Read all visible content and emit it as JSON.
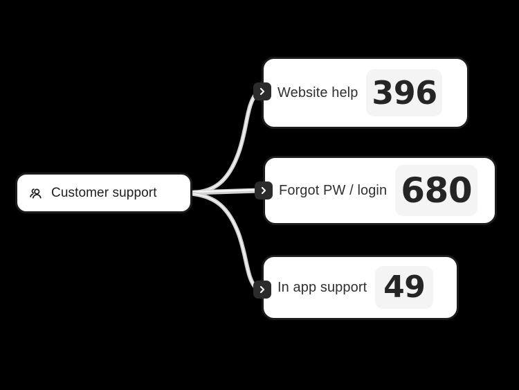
{
  "diagram": {
    "background_color": "#000000",
    "edge_color": "#d2d2d2",
    "marker_color": "#2b2b2b",
    "badge_color": "#f4f4f4"
  },
  "source": {
    "label": "Customer support",
    "icon": "people-icon"
  },
  "edges": [
    {
      "from": "Customer support",
      "to": "Website help",
      "marker_icon": "chevron-right-icon"
    },
    {
      "from": "Customer support",
      "to": "Forgot PW / login",
      "marker_icon": "chevron-right-icon"
    },
    {
      "from": "Customer support",
      "to": "In app support",
      "marker_icon": "chevron-right-icon"
    }
  ],
  "cards": [
    {
      "label": "Website help",
      "value": "396"
    },
    {
      "label": "Forgot PW / login",
      "value": "680"
    },
    {
      "label": "In app support",
      "value": "49"
    }
  ],
  "chart_data": {
    "type": "bar",
    "title": "Customer support",
    "categories": [
      "Website help",
      "Forgot PW / login",
      "In app support"
    ],
    "values": [
      396,
      680,
      49
    ],
    "xlabel": "",
    "ylabel": "",
    "legend": []
  }
}
